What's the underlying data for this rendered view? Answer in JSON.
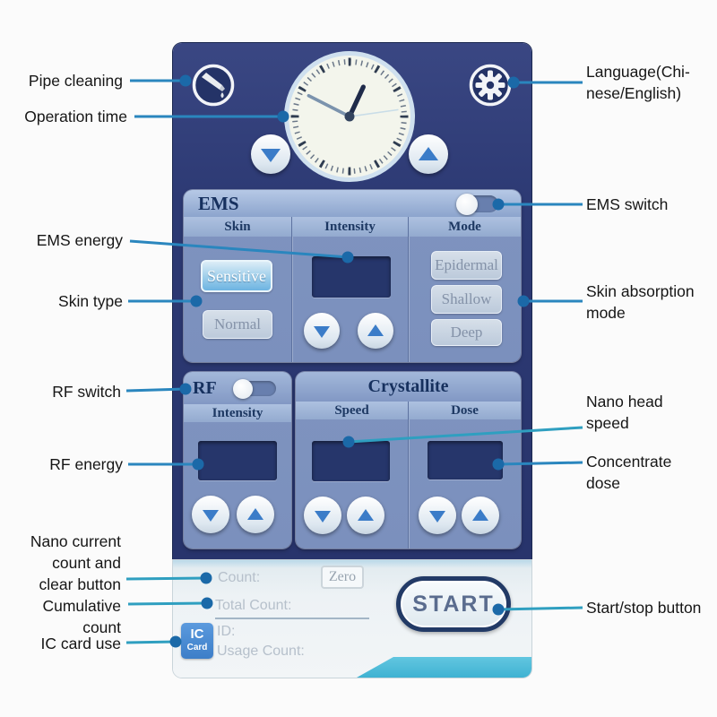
{
  "annotations": {
    "left": [
      {
        "label": "Pipe cleaning"
      },
      {
        "label": "Operation time"
      },
      {
        "label": "EMS energy"
      },
      {
        "label": "Skin type"
      },
      {
        "label": "RF switch"
      },
      {
        "label": "RF energy"
      },
      {
        "label": "Nano current\ncount and\nclear button"
      },
      {
        "label": "Cumulative\ncount"
      },
      {
        "label": "IC card use"
      }
    ],
    "right": [
      {
        "label": "Language(Chi-\nnese/English)"
      },
      {
        "label": "EMS switch"
      },
      {
        "label": "Skin absorption\nmode"
      },
      {
        "label": "Nano head\nspeed"
      },
      {
        "label": "Concentrate\ndose"
      },
      {
        "label": "Start/stop button"
      }
    ]
  },
  "device": {
    "ems": {
      "title": "EMS",
      "skin": {
        "header": "Skin",
        "buttons": [
          {
            "label": "Sensitive",
            "selected": true
          },
          {
            "label": "Normal",
            "selected": false
          }
        ]
      },
      "intensity": {
        "header": "Intensity",
        "value": ""
      },
      "mode": {
        "header": "Mode",
        "buttons": [
          {
            "label": "Epidermal"
          },
          {
            "label": "Shallow"
          },
          {
            "label": "Deep"
          }
        ]
      }
    },
    "rf": {
      "title": "RF",
      "intensity": {
        "header": "Intensity",
        "value": ""
      }
    },
    "crystallite": {
      "title": "Crystallite",
      "speed": {
        "header": "Speed",
        "value": ""
      },
      "dose": {
        "header": "Dose",
        "value": ""
      }
    },
    "footer": {
      "count_label": "Count:",
      "zero_button": "Zero",
      "total_count_label": "Total Count:",
      "ic_badge_line1": "IC",
      "ic_badge_line2": "Card",
      "id_label": "ID:",
      "usage_count_label": "Usage Count:",
      "start_button": "START"
    }
  },
  "colors": {
    "connector_blue": "#2a86be",
    "connector_teal": "#2f9fc0",
    "dot_blue": "#1b69a8",
    "panel_navy": "#2c3972",
    "teal_band": "#4ab8d6",
    "selected_button_blue": "#6db4e2"
  }
}
